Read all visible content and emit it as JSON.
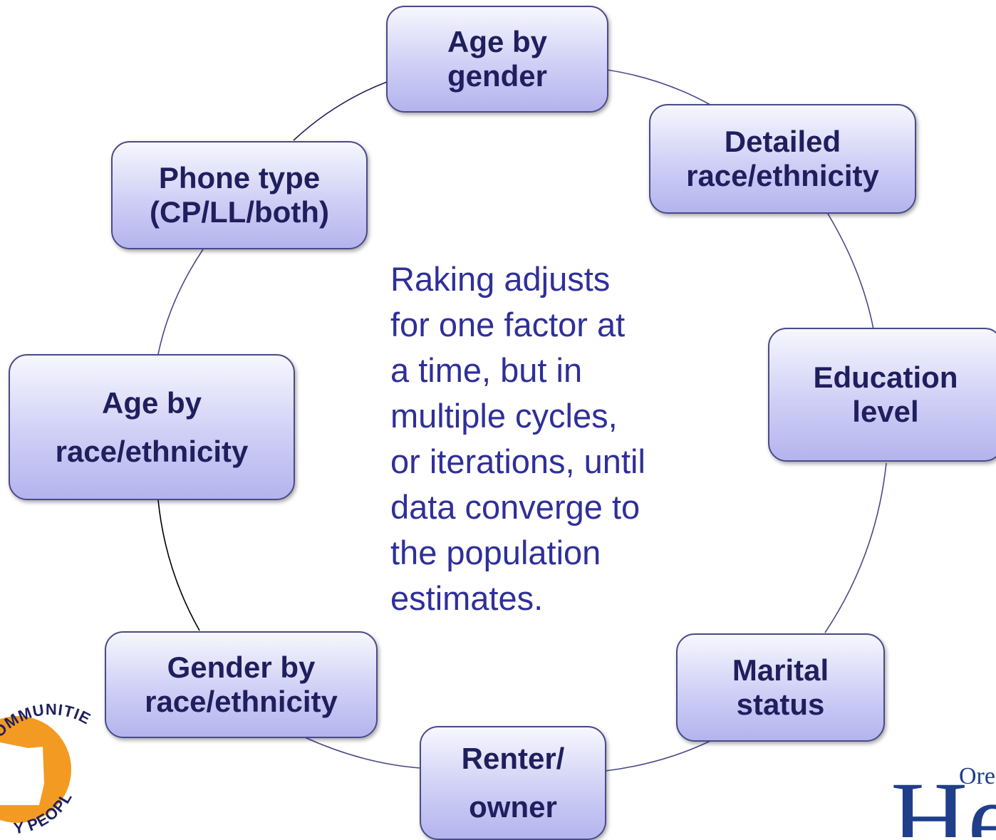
{
  "diagram": {
    "nodes": [
      {
        "id": "age-gender",
        "lines": [
          "Age by",
          "gender"
        ]
      },
      {
        "id": "detailed-race",
        "lines": [
          "Detailed",
          "race/ethnicity"
        ]
      },
      {
        "id": "education",
        "lines": [
          "Education",
          "level"
        ]
      },
      {
        "id": "marital",
        "lines": [
          "Marital",
          "status"
        ]
      },
      {
        "id": "renter",
        "lines": [
          "Renter/",
          "owner"
        ]
      },
      {
        "id": "gender-race",
        "lines": [
          "Gender by",
          "race/ethnicity"
        ]
      },
      {
        "id": "age-race",
        "lines": [
          "Age by",
          "race/ethnicity"
        ]
      },
      {
        "id": "phone",
        "lines": [
          "Phone type",
          "(CP/LL/both)"
        ]
      }
    ],
    "center_text": [
      "Raking adjusts",
      "for one factor at",
      "a time, but in",
      "multiple cycles,",
      "or iterations, until",
      "data converge to",
      "the population",
      "estimates."
    ]
  },
  "logos": {
    "left": {
      "text_top": "COMMUNITIES",
      "text_bottom": "Y PEOPLE",
      "color": "#f39a22"
    },
    "right": {
      "text_big": "He",
      "text_small": "Ore",
      "color": "#1f3f8a"
    }
  },
  "colors": {
    "node_border": "#4a4a8a",
    "node_text": "#1f1f5e",
    "center_text": "#2f2f9a",
    "ring_line": "#4a4a8a"
  }
}
